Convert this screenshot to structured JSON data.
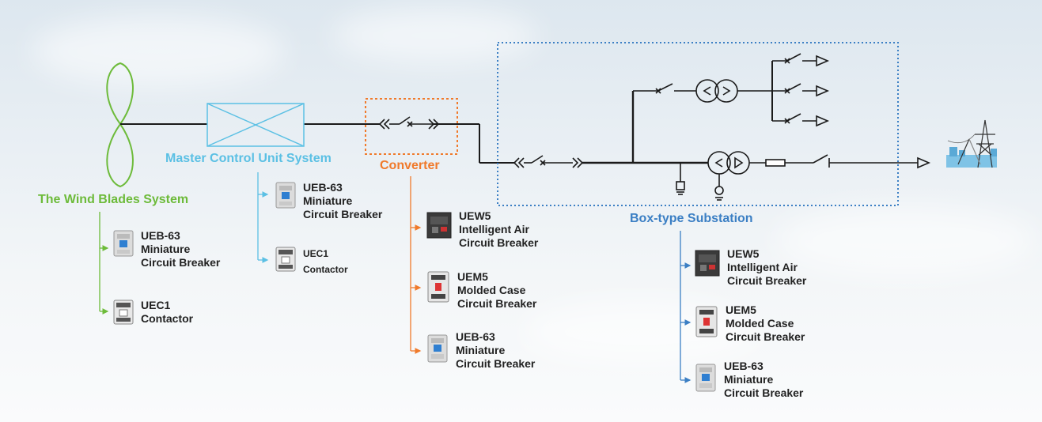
{
  "colors": {
    "wind_blades": "#6dbb3a",
    "master_control": "#5bc0e4",
    "converter": "#f07a2b",
    "substation": "#3b7fc4",
    "line": "#1a1a1a",
    "text": "#222222"
  },
  "systems": {
    "wind_blades": {
      "title": "The Wind Blades System",
      "items": [
        {
          "model": "UEB-63",
          "line1": "Miniature",
          "line2": "Circuit Breaker",
          "icon": "miniature-breaker-icon"
        },
        {
          "model": "UEC1",
          "line1": "Contactor",
          "line2": "",
          "icon": "contactor-icon"
        }
      ]
    },
    "master_control": {
      "title": "Master Control Unit System",
      "items": [
        {
          "model": "UEB-63",
          "line1": "Miniature",
          "line2": "Circuit Breaker",
          "icon": "miniature-breaker-icon"
        },
        {
          "model": "UEC1",
          "line1": "Contactor",
          "line2": "",
          "icon": "contactor-icon"
        }
      ]
    },
    "converter": {
      "title": "Converter",
      "items": [
        {
          "model": "UEW5",
          "line1": "Intelligent Air",
          "line2": "Circuit Breaker",
          "icon": "air-breaker-icon"
        },
        {
          "model": "UEM5",
          "line1": "Molded Case",
          "line2": "Circuit Breaker",
          "icon": "molded-case-breaker-icon"
        },
        {
          "model": "UEB-63",
          "line1": "Miniature",
          "line2": "Circuit Breaker",
          "icon": "miniature-breaker-icon"
        }
      ]
    },
    "substation": {
      "title": "Box-type Substation",
      "items": [
        {
          "model": "UEW5",
          "line1": "Intelligent Air",
          "line2": "Circuit Breaker",
          "icon": "air-breaker-icon"
        },
        {
          "model": "UEM5",
          "line1": "Molded Case",
          "line2": "Circuit Breaker",
          "icon": "molded-case-breaker-icon"
        },
        {
          "model": "UEB-63",
          "line1": "Miniature",
          "line2": "Circuit Breaker",
          "icon": "miniature-breaker-icon"
        }
      ]
    }
  }
}
